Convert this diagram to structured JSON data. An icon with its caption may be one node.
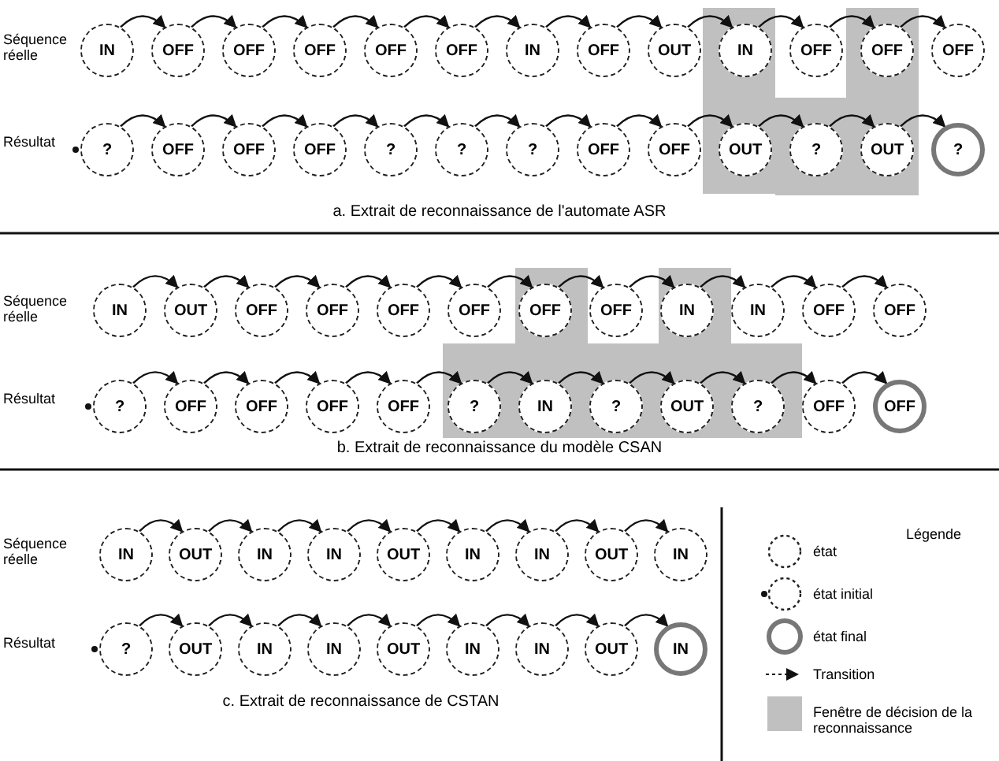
{
  "diagram": {
    "nodes": [
      {
        "text": [
          "IN"
        ]
      },
      {
        "text": [
          "OFF"
        ]
      },
      {
        "text": [
          "OFF"
        ]
      },
      {
        "text": [
          "OFF"
        ]
      },
      {
        "text": [
          "OFF"
        ]
      },
      {
        "text": [
          "OFF"
        ]
      },
      {
        "text": [
          "IN"
        ]
      },
      {
        "text": [
          "OFF"
        ]
      },
      {
        "text": [
          "OUT"
        ]
      },
      {
        "text": [
          "IN"
        ]
      },
      {
        "text": [
          "OFF"
        ]
      },
      {
        "text": [
          "OFF"
        ]
      },
      {
        "text": [
          "OFF"
        ]
      },
      {
        "text": [
          "?"
        ]
      },
      {
        "text": [
          "OFF"
        ]
      },
      {
        "text": [
          "OFF"
        ]
      },
      {
        "text": [
          "OFF"
        ]
      },
      {
        "text": [
          "?"
        ]
      },
      {
        "text": [
          "?"
        ]
      },
      {
        "text": [
          "?"
        ]
      },
      {
        "text": [
          "OFF"
        ]
      },
      {
        "text": [
          "OFF"
        ]
      },
      {
        "text": [
          "OUT"
        ]
      },
      {
        "text": [
          "?"
        ]
      },
      {
        "text": [
          "OUT"
        ]
      },
      {
        "text": [
          "?"
        ]
      },
      {
        "text": [
          "IN"
        ]
      },
      {
        "text": [
          "OUT"
        ]
      },
      {
        "text": [
          "OFF"
        ]
      },
      {
        "text": [
          "OFF"
        ]
      },
      {
        "text": [
          "OFF"
        ]
      },
      {
        "text": [
          "OFF"
        ]
      },
      {
        "text": [
          "OFF"
        ]
      },
      {
        "text": [
          "OFF"
        ]
      },
      {
        "text": [
          "IN"
        ]
      },
      {
        "text": [
          "IN"
        ]
      },
      {
        "text": [
          "OFF"
        ]
      },
      {
        "text": [
          "OFF"
        ]
      },
      {
        "text": [
          "?"
        ]
      },
      {
        "text": [
          "OFF"
        ]
      },
      {
        "text": [
          "OFF"
        ]
      },
      {
        "text": [
          "OFF"
        ]
      },
      {
        "text": [
          "OFF"
        ]
      },
      {
        "text": [
          "?"
        ]
      },
      {
        "text": [
          "IN"
        ]
      },
      {
        "text": [
          "?"
        ]
      },
      {
        "text": [
          "OUT"
        ]
      },
      {
        "text": [
          "?"
        ]
      },
      {
        "text": [
          "OFF"
        ]
      },
      {
        "text": [
          "OFF"
        ]
      },
      {
        "text": [
          "IN"
        ]
      },
      {
        "text": [
          "OUT"
        ]
      },
      {
        "text": [
          "IN"
        ]
      },
      {
        "text": [
          "IN"
        ]
      },
      {
        "text": [
          "OUT"
        ]
      },
      {
        "text": [
          "IN"
        ]
      },
      {
        "text": [
          "IN"
        ]
      },
      {
        "text": [
          "OUT"
        ]
      },
      {
        "text": [
          "IN"
        ]
      },
      {
        "text": [
          "?"
        ]
      },
      {
        "text": [
          "OUT"
        ]
      },
      {
        "text": [
          "IN"
        ]
      },
      {
        "text": [
          "IN"
        ]
      },
      {
        "text": [
          "OUT"
        ]
      },
      {
        "text": [
          "IN"
        ]
      },
      {
        "text": [
          "IN"
        ]
      },
      {
        "text": [
          "OUT"
        ]
      },
      {
        "text": [
          "IN"
        ]
      }
    ],
    "edges": [
      {
        "from": 0,
        "to": 1,
        "arrow": "to"
      },
      {
        "from": 1,
        "to": 2,
        "arrow": "to"
      },
      {
        "from": 2,
        "to": 3,
        "arrow": "to"
      },
      {
        "from": 3,
        "to": 4,
        "arrow": "to"
      },
      {
        "from": 4,
        "to": 5,
        "arrow": "to"
      },
      {
        "from": 5,
        "to": 6,
        "arrow": "to"
      },
      {
        "from": 6,
        "to": 7,
        "arrow": "to"
      },
      {
        "from": 7,
        "to": 8,
        "arrow": "to"
      },
      {
        "from": 8,
        "to": 9,
        "arrow": "to"
      },
      {
        "from": 9,
        "to": 10,
        "arrow": "to"
      },
      {
        "from": 10,
        "to": 11,
        "arrow": "to"
      },
      {
        "from": 11,
        "to": 12,
        "arrow": "to"
      },
      {
        "from": 13,
        "to": 14,
        "arrow": "to"
      },
      {
        "from": 14,
        "to": 15,
        "arrow": "to"
      },
      {
        "from": 15,
        "to": 16,
        "arrow": "to"
      },
      {
        "from": 16,
        "to": 17,
        "arrow": "to"
      },
      {
        "from": 17,
        "to": 18,
        "arrow": "to"
      },
      {
        "from": 18,
        "to": 19,
        "arrow": "to"
      },
      {
        "from": 19,
        "to": 20,
        "arrow": "to"
      },
      {
        "from": 20,
        "to": 21,
        "arrow": "to"
      },
      {
        "from": 21,
        "to": 22,
        "arrow": "to"
      },
      {
        "from": 22,
        "to": 23,
        "arrow": "to"
      },
      {
        "from": 23,
        "to": 24,
        "arrow": "to"
      },
      {
        "from": 24,
        "to": 25,
        "arrow": "to"
      },
      {
        "from": 26,
        "to": 27,
        "arrow": "to"
      },
      {
        "from": 27,
        "to": 28,
        "arrow": "to"
      },
      {
        "from": 28,
        "to": 29,
        "arrow": "to"
      },
      {
        "from": 29,
        "to": 30,
        "arrow": "to"
      },
      {
        "from": 30,
        "to": 31,
        "arrow": "to"
      },
      {
        "from": 31,
        "to": 32,
        "arrow": "to"
      },
      {
        "from": 32,
        "to": 33,
        "arrow": "to"
      },
      {
        "from": 33,
        "to": 34,
        "arrow": "to"
      },
      {
        "from": 34,
        "to": 35,
        "arrow": "to"
      },
      {
        "from": 35,
        "to": 36,
        "arrow": "to"
      },
      {
        "from": 36,
        "to": 37,
        "arrow": "to"
      },
      {
        "from": 38,
        "to": 39,
        "arrow": "to"
      },
      {
        "from": 39,
        "to": 40,
        "arrow": "to"
      },
      {
        "from": 40,
        "to": 41,
        "arrow": "to"
      },
      {
        "from": 41,
        "to": 42,
        "arrow": "to"
      },
      {
        "from": 42,
        "to": 43,
        "arrow": "to"
      },
      {
        "from": 43,
        "to": 44,
        "arrow": "to"
      },
      {
        "from": 44,
        "to": 45,
        "arrow": "to"
      },
      {
        "from": 45,
        "to": 46,
        "arrow": "to"
      },
      {
        "from": 46,
        "to": 47,
        "arrow": "to"
      },
      {
        "from": 47,
        "to": 48,
        "arrow": "to"
      },
      {
        "from": 48,
        "to": 49,
        "arrow": "to"
      },
      {
        "from": 50,
        "to": 51,
        "arrow": "to"
      },
      {
        "from": 51,
        "to": 52,
        "arrow": "to"
      },
      {
        "from": 52,
        "to": 53,
        "arrow": "to"
      },
      {
        "from": 53,
        "to": 54,
        "arrow": "to"
      },
      {
        "from": 54,
        "to": 55,
        "arrow": "to"
      },
      {
        "from": 55,
        "to": 56,
        "arrow": "to"
      },
      {
        "from": 56,
        "to": 57,
        "arrow": "to"
      },
      {
        "from": 57,
        "to": 58,
        "arrow": "to"
      },
      {
        "from": 59,
        "to": 60,
        "arrow": "to"
      },
      {
        "from": 60,
        "to": 61,
        "arrow": "to"
      },
      {
        "from": 61,
        "to": 62,
        "arrow": "to"
      },
      {
        "from": 62,
        "to": 63,
        "arrow": "to"
      },
      {
        "from": 63,
        "to": 64,
        "arrow": "to"
      },
      {
        "from": 64,
        "to": 65,
        "arrow": "to"
      },
      {
        "from": 65,
        "to": 66,
        "arrow": "to"
      },
      {
        "from": 66,
        "to": 67,
        "arrow": "to"
      }
    ],
    "labels": [
      "Séquence réelle",
      "Résultat",
      "a. Extrait de reconnaissance de l'automate ASR",
      "Séquence réelle",
      "Résultat",
      "b. Extrait de reconnaissance du modèle CSAN",
      "Séquence réelle",
      "Résultat",
      "c. Extrait de reconnaissance de CSTAN",
      "Légende"
    ],
    "legend": [
      {
        "text": "état"
      },
      {
        "text": "état initial"
      },
      {
        "text": "état final"
      },
      {
        "text": "Transition"
      },
      {
        "text": "Fenêtre de décision de la reconnaissance",
        "color": "#c0c0c0"
      }
    ]
  }
}
